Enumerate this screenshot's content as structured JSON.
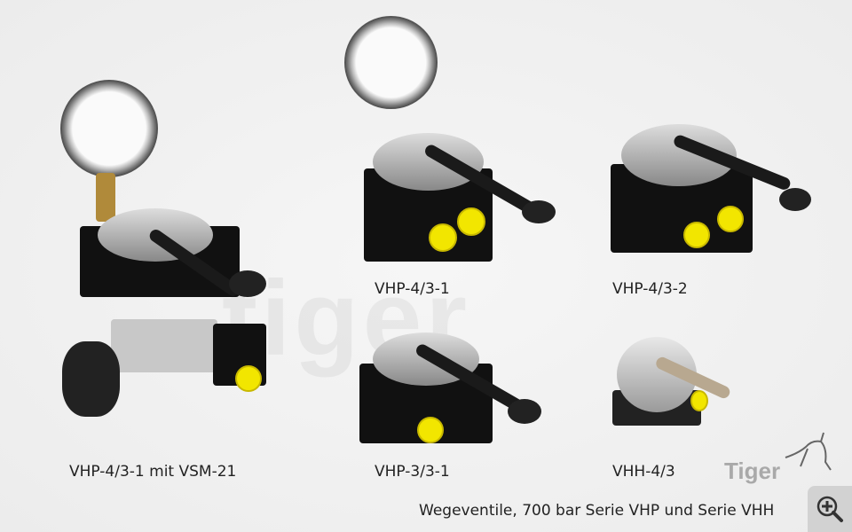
{
  "captions": {
    "p1": "VHP-4/3-1 mit VSM-21",
    "p2": "VHP-4/3-1",
    "p3": "VHP-4/3-2",
    "p4": "VHP-3/3-1",
    "p5": "VHH-4/3"
  },
  "footer": "Wegeventile, 700 bar Serie VHP und Serie VHH",
  "watermark": "tiger",
  "logo": "Tiger",
  "zoom_icon": "zoom-in-icon",
  "colors": {
    "plug": "#f2e600",
    "body": "#111111",
    "background": "#f0f0f0"
  }
}
